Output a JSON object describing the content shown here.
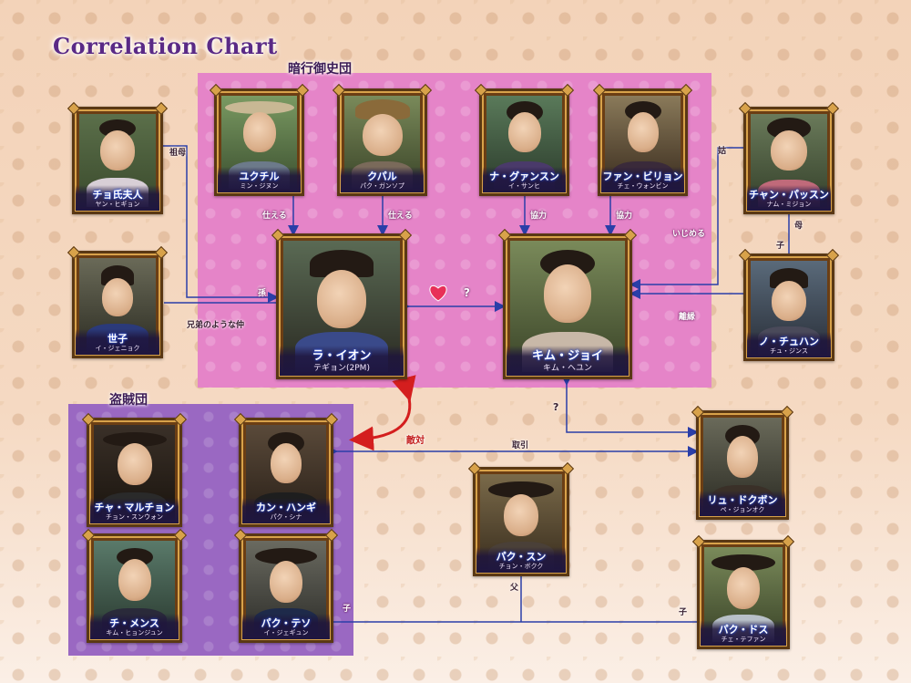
{
  "title": "Correlation Chart",
  "groups": {
    "anko": "暗行御史団",
    "touzoku": "盗賊団"
  },
  "characters": {
    "cho": {
      "name": "チョ氏夫人",
      "actor": "ヤン・ヒギョン"
    },
    "seja": {
      "name": "世子",
      "actor": "イ・ジェニョク"
    },
    "yukchil": {
      "name": "ユクチル",
      "actor": "ミン・ジヌン"
    },
    "gupal": {
      "name": "クパル",
      "actor": "パク・ガンソプ"
    },
    "na": {
      "name": "ナ・グァンスン",
      "actor": "イ・サンヒ"
    },
    "fan": {
      "name": "ファン・ビリョン",
      "actor": "チェ・ウォンビン"
    },
    "chang": {
      "name": "チャン・パッスン",
      "actor": "ナム・ミジョン"
    },
    "no": {
      "name": "ノ・チュハン",
      "actor": "チュ・ジンス"
    },
    "rayion": {
      "name": "ラ・イオン",
      "actor": "テギョン(2PM)"
    },
    "kimjoi": {
      "name": "キム・ジョイ",
      "actor": "キム・ヘユン"
    },
    "cha": {
      "name": "チャ・マルチョン",
      "actor": "チョン・スンウォン"
    },
    "kang": {
      "name": "カン・ハンギ",
      "actor": "パク・シナ"
    },
    "chimen": {
      "name": "チ・メンス",
      "actor": "キム・ヒョンジュン"
    },
    "parkteso": {
      "name": "パク・テソ",
      "actor": "イ・ジェギュン"
    },
    "parksun": {
      "name": "パク・スン",
      "actor": "チョン・ボクク"
    },
    "ryu": {
      "name": "リュ・ドクボン",
      "actor": "ペ・ジョンオク"
    },
    "parkdosu": {
      "name": "パク・ドス",
      "actor": "チェ・テファン"
    }
  },
  "relations": {
    "sobo": "祖母",
    "boshi": "孫",
    "kyodai": "兄弟のような仲",
    "tsukaeru1": "仕える",
    "tsukaeru2": "仕える",
    "kyoryoku1": "協力",
    "kyoryoku2": "協力",
    "ijimeru": "いじめる",
    "shuto": "姑",
    "haha": "母",
    "ko1": "子",
    "rien": "離縁",
    "question1": "?",
    "question2": "?",
    "tekitai": "敵対",
    "torihiki": "取引",
    "chichi": "父",
    "ko2": "子",
    "ko3": "子"
  },
  "colors": {
    "anko_region": "#e584c8",
    "touzoku_region": "#9a68c2",
    "line_blue": "#2a3ea8",
    "enemy_red": "#d41e1e",
    "frame_gold": "#d8a24a"
  }
}
